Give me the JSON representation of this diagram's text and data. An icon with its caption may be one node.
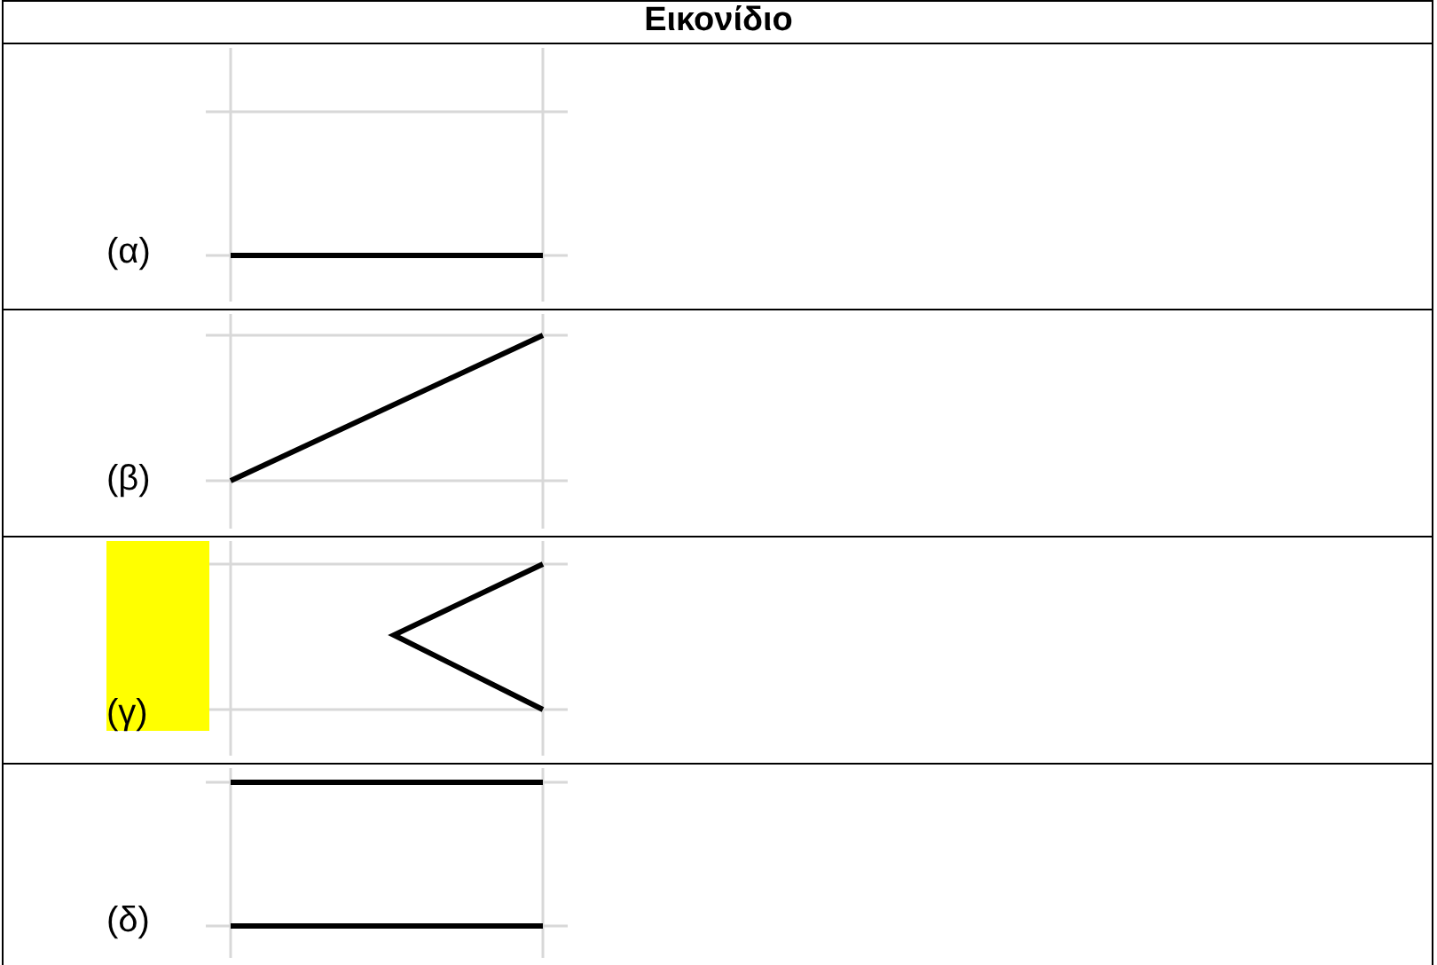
{
  "diagram": {
    "labels": [
      "Εικονίδιο",
      "(α)",
      "(β)",
      "(γ)",
      "(δ)"
    ]
  }
}
